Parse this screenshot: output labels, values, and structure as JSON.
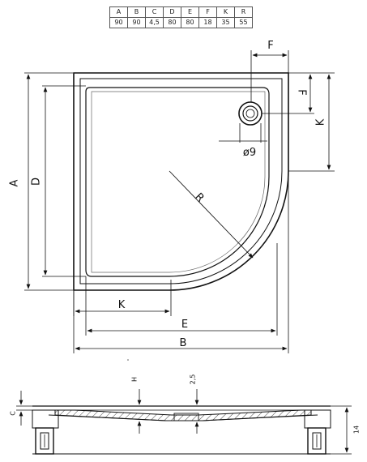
{
  "table": {
    "headers": [
      "A",
      "B",
      "C",
      "D",
      "E",
      "F",
      "K",
      "R"
    ],
    "values": [
      "90",
      "90",
      "4,5",
      "80",
      "80",
      "18",
      "35",
      "55"
    ]
  },
  "top_view": {
    "labels": {
      "A": "A",
      "B": "B",
      "D": "D",
      "E": "E",
      "F_top": "F",
      "F_side": "F",
      "K_right": "K",
      "K_bottom": "K",
      "R": "R",
      "drain": "ø9"
    }
  },
  "side_view": {
    "labels": {
      "C": "C",
      "H": "H",
      "depth": "2,5",
      "height": "14"
    }
  }
}
